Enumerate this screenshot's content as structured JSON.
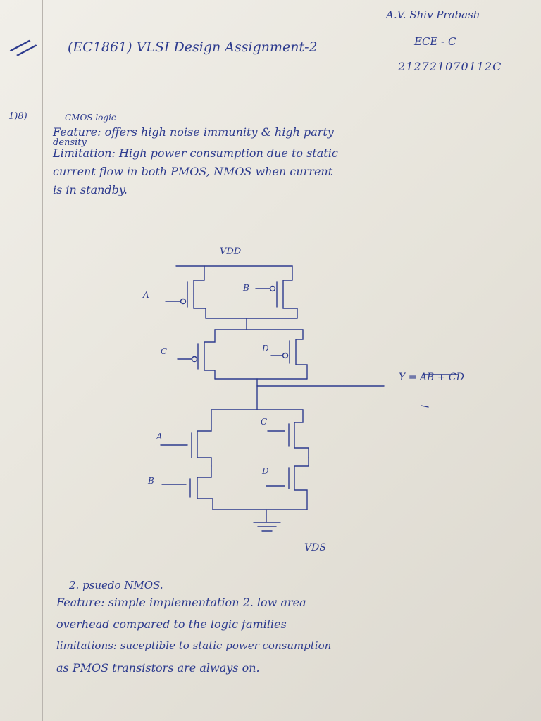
{
  "header": {
    "title": "(EC1861) VLSI Design Assignment-2",
    "name": "A.V. Shiv Prabash",
    "dept": "ECE - C",
    "roll": "212721070112C"
  },
  "q1": {
    "number": "1)8)",
    "heading": "CMOS logic",
    "lines": [
      "Feature: offers high noise immunity & high party",
      "density",
      "Limitation: High power consumption due to static",
      "current flow in both PMOS, NMOS when current",
      "is in standby."
    ]
  },
  "circuit": {
    "vdd": "VDD",
    "vss": "VDS",
    "inputs": [
      "A",
      "B",
      "C",
      "D",
      "A",
      "C",
      "B",
      "D"
    ],
    "equation": "Y = AB + CD"
  },
  "q2": {
    "heading": "2. psuedo NMOS.",
    "lines": [
      "Feature: simple implementation 2. low area",
      "overhead compared to the logic families",
      "limitations: suceptible to static power consumption",
      "as PMOS transistors are always on."
    ]
  }
}
